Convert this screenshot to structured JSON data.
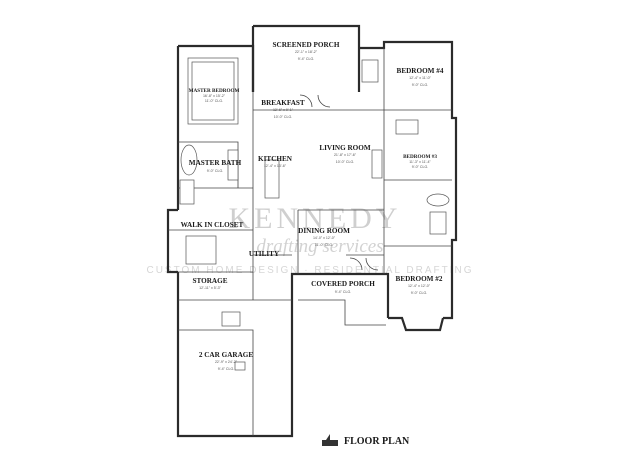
{
  "rooms": {
    "screened_porch": {
      "name": "SCREENED PORCH",
      "dims": "22'-1\" x 18'-2\"",
      "ceiling": "9'-4\" CLG."
    },
    "bedroom4": {
      "name": "BEDROOM #4",
      "dims": "12'-4\" x 11'-0\"",
      "ceiling": "9'-0\" CLG."
    },
    "master_bedroom": {
      "name": "MASTER BEDROOM",
      "dims": "16'-8\" x 15'-2\"",
      "ceiling": "11'-0\" CLG."
    },
    "breakfast": {
      "name": "BREAKFAST",
      "dims": "12'-6\" x 9'-1\"",
      "ceiling": "10'-0\" CLG."
    },
    "living_room": {
      "name": "LIVING ROOM",
      "dims": "21'-8\" x 17'-6\"",
      "ceiling": "10'-0\" CLG."
    },
    "bedroom3": {
      "name": "BEDROOM #3",
      "dims": "11'-3\" x 11'-4\"",
      "ceiling": "9'-0\" CLG."
    },
    "master_bath": {
      "name": "MASTER BATH",
      "ceiling": "9'-0\" CLG."
    },
    "kitchen": {
      "name": "KITCHEN",
      "dims": "12'-4\" x 13'-6\""
    },
    "walk_in_closet": {
      "name": "WALK IN CLOSET"
    },
    "dining_room": {
      "name": "DINING ROOM",
      "dims": "14'-0\" x 12'-0\"",
      "ceiling": "11'-0\" CLG."
    },
    "utility": {
      "name": "UTILITY"
    },
    "storage": {
      "name": "STORAGE",
      "dims": "12'-11\" x 5'-3\""
    },
    "covered_porch": {
      "name": "COVERED PORCH",
      "ceiling": "9'-4\" CLG."
    },
    "bedroom2": {
      "name": "BEDROOM #2",
      "dims": "12'-4\" x 12'-0\"",
      "ceiling": "9'-0\" CLG."
    },
    "garage": {
      "name": "2 CAR GARAGE",
      "dims": "22'-9\" x 24'-2\"",
      "ceiling": "9'-4\" CLG."
    }
  },
  "watermark": {
    "brand": "KENNEDY",
    "script": "drafting services",
    "tagline": "CUSTOM HOME DESIGN · RESIDENTIAL DRAFTING"
  },
  "title": "FLOOR PLAN"
}
